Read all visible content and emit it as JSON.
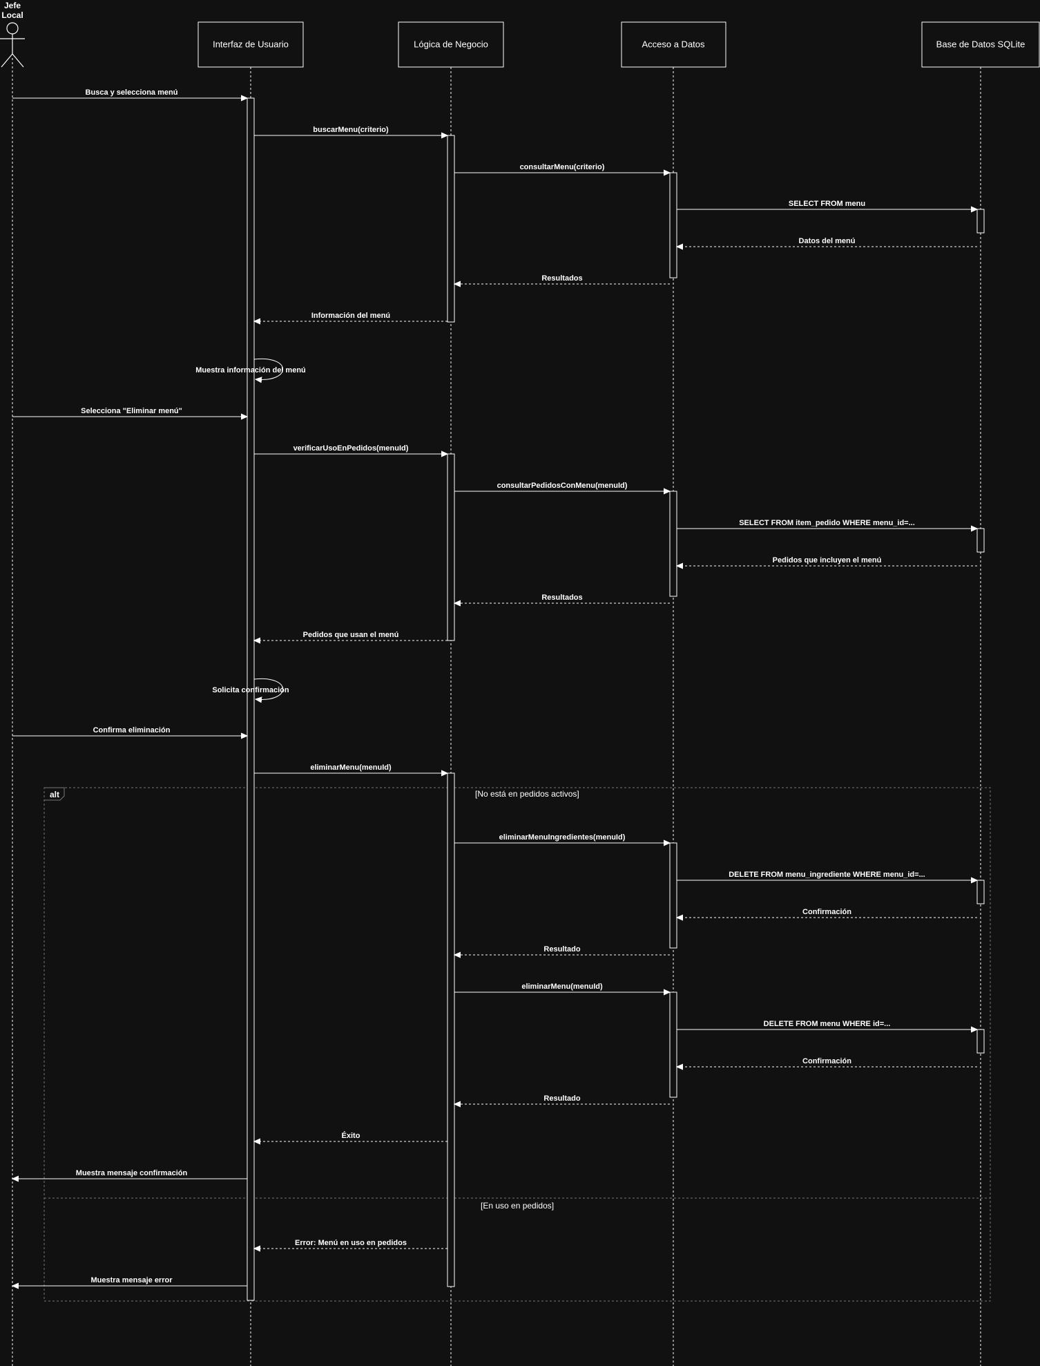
{
  "actor": {
    "name_lines": [
      "Jefe",
      "Local"
    ]
  },
  "participants": [
    "Interfaz de Usuario",
    "Lógica de Negocio",
    "Acceso a Datos",
    "Base de Datos SQLite"
  ],
  "messages": [
    {
      "from": 0,
      "to": 1,
      "label": "Busca y selecciona menú",
      "kind": "sync"
    },
    {
      "from": 1,
      "to": 2,
      "label": "buscarMenu(criterio)",
      "kind": "sync"
    },
    {
      "from": 2,
      "to": 3,
      "label": "consultarMenu(criterio)",
      "kind": "sync"
    },
    {
      "from": 3,
      "to": 4,
      "label": "SELECT FROM menu",
      "kind": "sync"
    },
    {
      "from": 4,
      "to": 3,
      "label": "Datos del menú",
      "kind": "return"
    },
    {
      "from": 3,
      "to": 2,
      "label": "Resultados",
      "kind": "return"
    },
    {
      "from": 2,
      "to": 1,
      "label": "Información del menú",
      "kind": "return"
    },
    {
      "from": 1,
      "to": 1,
      "label": "Muestra información del menú",
      "kind": "self"
    },
    {
      "from": 0,
      "to": 1,
      "label": "Selecciona \"Eliminar menú\"",
      "kind": "sync"
    },
    {
      "from": 1,
      "to": 2,
      "label": "verificarUsoEnPedidos(menuId)",
      "kind": "sync"
    },
    {
      "from": 2,
      "to": 3,
      "label": "consultarPedidosConMenu(menuId)",
      "kind": "sync"
    },
    {
      "from": 3,
      "to": 4,
      "label": "SELECT FROM item_pedido WHERE menu_id=...",
      "kind": "sync"
    },
    {
      "from": 4,
      "to": 3,
      "label": "Pedidos que incluyen el menú",
      "kind": "return"
    },
    {
      "from": 3,
      "to": 2,
      "label": "Resultados",
      "kind": "return"
    },
    {
      "from": 2,
      "to": 1,
      "label": "Pedidos que usan el menú",
      "kind": "return"
    },
    {
      "from": 1,
      "to": 1,
      "label": "Solicita confirmación",
      "kind": "self"
    },
    {
      "from": 0,
      "to": 1,
      "label": "Confirma eliminación",
      "kind": "sync"
    },
    {
      "from": 1,
      "to": 2,
      "label": "eliminarMenu(menuId)",
      "kind": "sync"
    },
    {
      "from": 2,
      "to": 3,
      "label": "eliminarMenuIngredientes(menuId)",
      "kind": "sync"
    },
    {
      "from": 3,
      "to": 4,
      "label": "DELETE FROM menu_ingrediente WHERE menu_id=...",
      "kind": "sync"
    },
    {
      "from": 4,
      "to": 3,
      "label": "Confirmación",
      "kind": "return"
    },
    {
      "from": 3,
      "to": 2,
      "label": "Resultado",
      "kind": "return"
    },
    {
      "from": 2,
      "to": 3,
      "label": "eliminarMenu(menuId)",
      "kind": "sync"
    },
    {
      "from": 3,
      "to": 4,
      "label": "DELETE FROM menu WHERE id=...",
      "kind": "sync"
    },
    {
      "from": 4,
      "to": 3,
      "label": "Confirmación",
      "kind": "return"
    },
    {
      "from": 3,
      "to": 2,
      "label": "Resultado",
      "kind": "return"
    },
    {
      "from": 2,
      "to": 1,
      "label": "Éxito",
      "kind": "return"
    },
    {
      "from": 1,
      "to": 0,
      "label": "Muestra mensaje confirmación",
      "kind": "sync"
    },
    {
      "from": 2,
      "to": 1,
      "label": "Error: Menú en uso en pedidos",
      "kind": "return"
    },
    {
      "from": 1,
      "to": 0,
      "label": "Muestra mensaje error",
      "kind": "sync"
    }
  ],
  "alt_frame": {
    "tag": "alt",
    "conditions": [
      "[No está en pedidos activos]",
      "[En uso en pedidos]"
    ]
  }
}
